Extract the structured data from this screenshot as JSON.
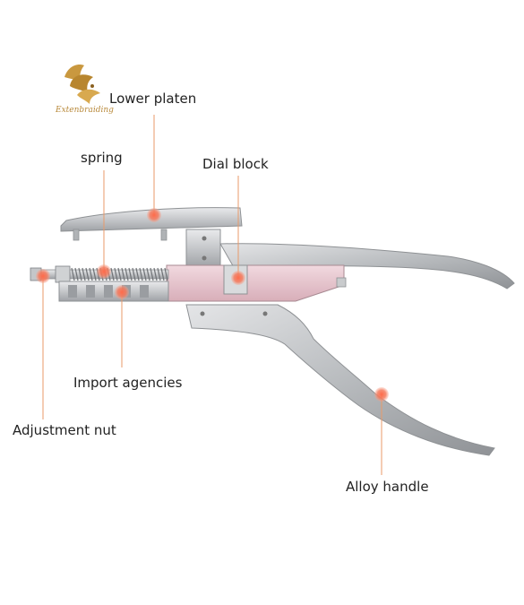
{
  "brand": {
    "logo_text": "Extenbraiding"
  },
  "labels": {
    "lower_platen": "Lower platen",
    "spring": "spring",
    "dial_block": "Dial block",
    "import_agencies": "Import agencies",
    "adjustment_nut": "Adjustment nut",
    "alloy_handle": "Alloy handle"
  },
  "colors": {
    "background": "#ffffff",
    "metal": "#c9cbcd",
    "metal_dark": "#8e9194",
    "pink_plate": "#e8c7cf",
    "leader_line": "#e89a6a",
    "marker": "#f0735a",
    "logo_gold": "#c9983f"
  },
  "icons": {
    "logo": "feather-bird-logo-icon"
  }
}
